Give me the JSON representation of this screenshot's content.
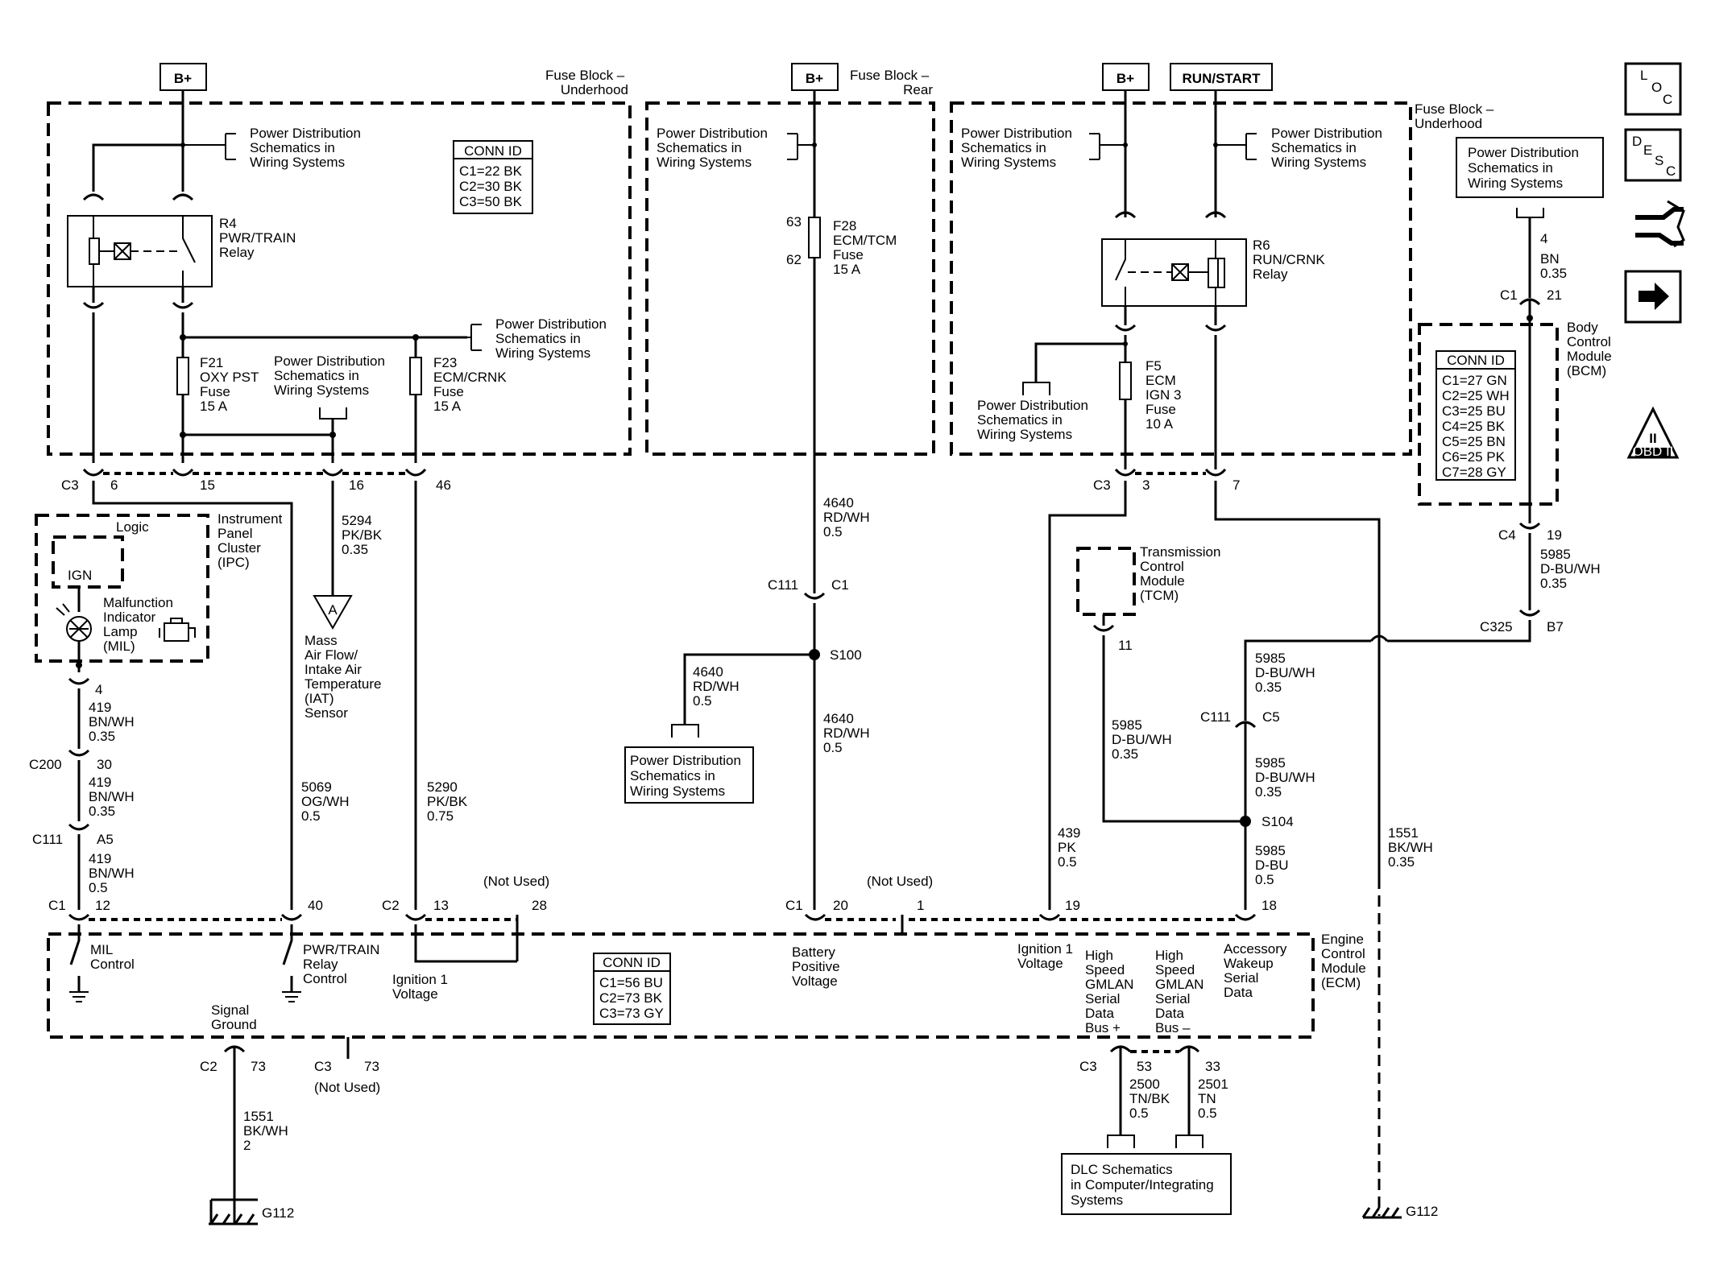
{
  "sources": {
    "b_plus": "B+",
    "run_start": "RUN/START"
  },
  "fuse_blocks": {
    "underhood": [
      "Fuse Block –",
      "Underhood"
    ],
    "rear": [
      "Fuse Block –",
      "Rear"
    ],
    "underhood_right": [
      "Fuse Block –",
      "Underhood"
    ]
  },
  "power_distribution": [
    "Power Distribution",
    "Schematics in",
    "Wiring Systems"
  ],
  "conn_id_underhood": {
    "title": "CONN ID",
    "rows": [
      "C1=22 BK",
      "C2=30 BK",
      "C3=50 BK"
    ]
  },
  "conn_id_bcm": {
    "title": "CONN ID",
    "rows": [
      "C1=27 GN",
      "C2=25 WH",
      "C3=25 BU",
      "C4=25 BK",
      "C5=25 BN",
      "C6=25 PK",
      "C7=28 GY"
    ]
  },
  "conn_id_ecm": {
    "title": "CONN ID",
    "rows": [
      "C1=56 BU",
      "C2=73 BK",
      "C3=73 GY"
    ]
  },
  "relays": {
    "r4": [
      "R4",
      "PWR/TRAIN",
      "Relay"
    ],
    "r6": [
      "R6",
      "RUN/CRNK",
      "Relay"
    ]
  },
  "fuses": {
    "f21": [
      "F21",
      "OXY PST",
      "Fuse",
      "15 A"
    ],
    "f23": [
      "F23",
      "ECM/CRNK",
      "Fuse",
      "15 A"
    ],
    "f28": [
      "F28",
      "ECM/TCM",
      "Fuse",
      "15 A"
    ],
    "f28_pin_in": "63",
    "f28_pin_out": "62",
    "f5": [
      "F5",
      "ECM",
      "IGN 3",
      "Fuse",
      "10 A"
    ]
  },
  "connectors": {
    "c1": "C1",
    "c2": "C2",
    "c3": "C3",
    "c4": "C4",
    "c111": "C111",
    "c200": "C200",
    "c325": "C325"
  },
  "pins": {
    "c3_6": "6",
    "c3_15": "15",
    "c3_16": "16",
    "c3_46": "46",
    "c3_r3": "3",
    "c3_r7": "7",
    "ipc_4": "4",
    "c200_30": "30",
    "c111_a5": "A5",
    "ecm_c1_12": "12",
    "ecm_40": "40",
    "ecm_c2_13": "13",
    "ecm_28": "28",
    "ecm_c1_20": "20",
    "ecm_1": "1",
    "ecm_19": "19",
    "ecm_18": "18",
    "c111_c1": "C1",
    "c111_c5": "C5",
    "tcm_11": "11",
    "bcm_4": "4",
    "bcm_c1_21": "21",
    "bcm_c4_19": "19",
    "c325_b7": "B7",
    "ecm_c2_73": "73",
    "ecm_c3_73": "73",
    "ecm_c3_53": "53",
    "ecm_c3_33": "33"
  },
  "wires": {
    "w5294": [
      "5294",
      "PK/BK",
      "0.35"
    ],
    "w4640_a": [
      "4640",
      "RD/WH",
      "0.5"
    ],
    "w4640_b": [
      "4640",
      "RD/WH",
      "0.5"
    ],
    "w4640_c": [
      "4640",
      "RD/WH",
      "0.5"
    ],
    "w419_a": [
      "419",
      "BN/WH",
      "0.35"
    ],
    "w419_b": [
      "419",
      "BN/WH",
      "0.35"
    ],
    "w419_c": [
      "419",
      "BN/WH",
      "0.5"
    ],
    "w5069": [
      "5069",
      "OG/WH",
      "0.5"
    ],
    "w5290": [
      "5290",
      "PK/BK",
      "0.75"
    ],
    "w439": [
      "439",
      "PK",
      "0.5"
    ],
    "w1551_r": [
      "1551",
      "BK/WH",
      "0.35"
    ],
    "w1551_l": [
      "1551",
      "BK/WH",
      "2"
    ],
    "w5985_bcm": [
      "5985",
      "D-BU/WH",
      "0.35"
    ],
    "w5985_a": [
      "5985",
      "D-BU/WH",
      "0.35"
    ],
    "w5985_b": [
      "5985",
      "D-BU/WH",
      "0.35"
    ],
    "w5985_tcm": [
      "5985",
      "D-BU/WH",
      "0.35"
    ],
    "w5985_c": [
      "5985",
      "D-BU",
      "0.5"
    ],
    "w4_bn": [
      "4",
      "BN",
      "0.35"
    ],
    "w2500": [
      "2500",
      "TN/BK",
      "0.5"
    ],
    "w2501": [
      "2501",
      "TN",
      "0.5"
    ]
  },
  "splices": {
    "s100": "S100",
    "s104": "S104"
  },
  "modules": {
    "ipc": [
      "Instrument",
      "Panel",
      "Cluster",
      "(IPC)"
    ],
    "logic": "Logic",
    "ign": "IGN",
    "mil": [
      "Malfunction",
      "Indicator",
      "Lamp",
      "(MIL)"
    ],
    "maf": [
      "Mass",
      "Air Flow/",
      "Intake Air",
      "Temperature",
      "(IAT)",
      "Sensor"
    ],
    "maf_ref": "A",
    "tcm": [
      "Transmission",
      "Control",
      "Module",
      "(TCM)"
    ],
    "bcm": [
      "Body",
      "Control",
      "Module",
      "(BCM)"
    ],
    "ecm": [
      "Engine",
      "Control",
      "Module",
      "(ECM)"
    ]
  },
  "ecm_functions": {
    "mil_control": [
      "MIL",
      "Control"
    ],
    "pwrtrain_control": [
      "PWR/TRAIN",
      "Relay",
      "Control"
    ],
    "ign1_left": [
      "Ignition 1",
      "Voltage"
    ],
    "battery": [
      "Battery",
      "Positive",
      "Voltage"
    ],
    "ign1_right": [
      "Ignition 1",
      "Voltage"
    ],
    "gmlan_plus": [
      "High",
      "Speed",
      "GMLAN",
      "Serial",
      "Data",
      "Bus +"
    ],
    "gmlan_minus": [
      "High",
      "Speed",
      "GMLAN",
      "Serial",
      "Data",
      "Bus –"
    ],
    "accessory": [
      "Accessory",
      "Wakeup",
      "Serial",
      "Data"
    ],
    "signal_ground": [
      "Signal",
      "Ground"
    ]
  },
  "not_used": "(Not Used)",
  "dlc": [
    "DLC Schematics",
    "in Computer/Integrating",
    "Systems"
  ],
  "grounds": {
    "g112_left": "G112",
    "g112_right": "G112"
  },
  "side_icons": {
    "loc": [
      "L",
      "O",
      "C"
    ],
    "desc": [
      "D",
      "E",
      "S",
      "C"
    ],
    "obd": [
      "II",
      "OBD II"
    ]
  }
}
